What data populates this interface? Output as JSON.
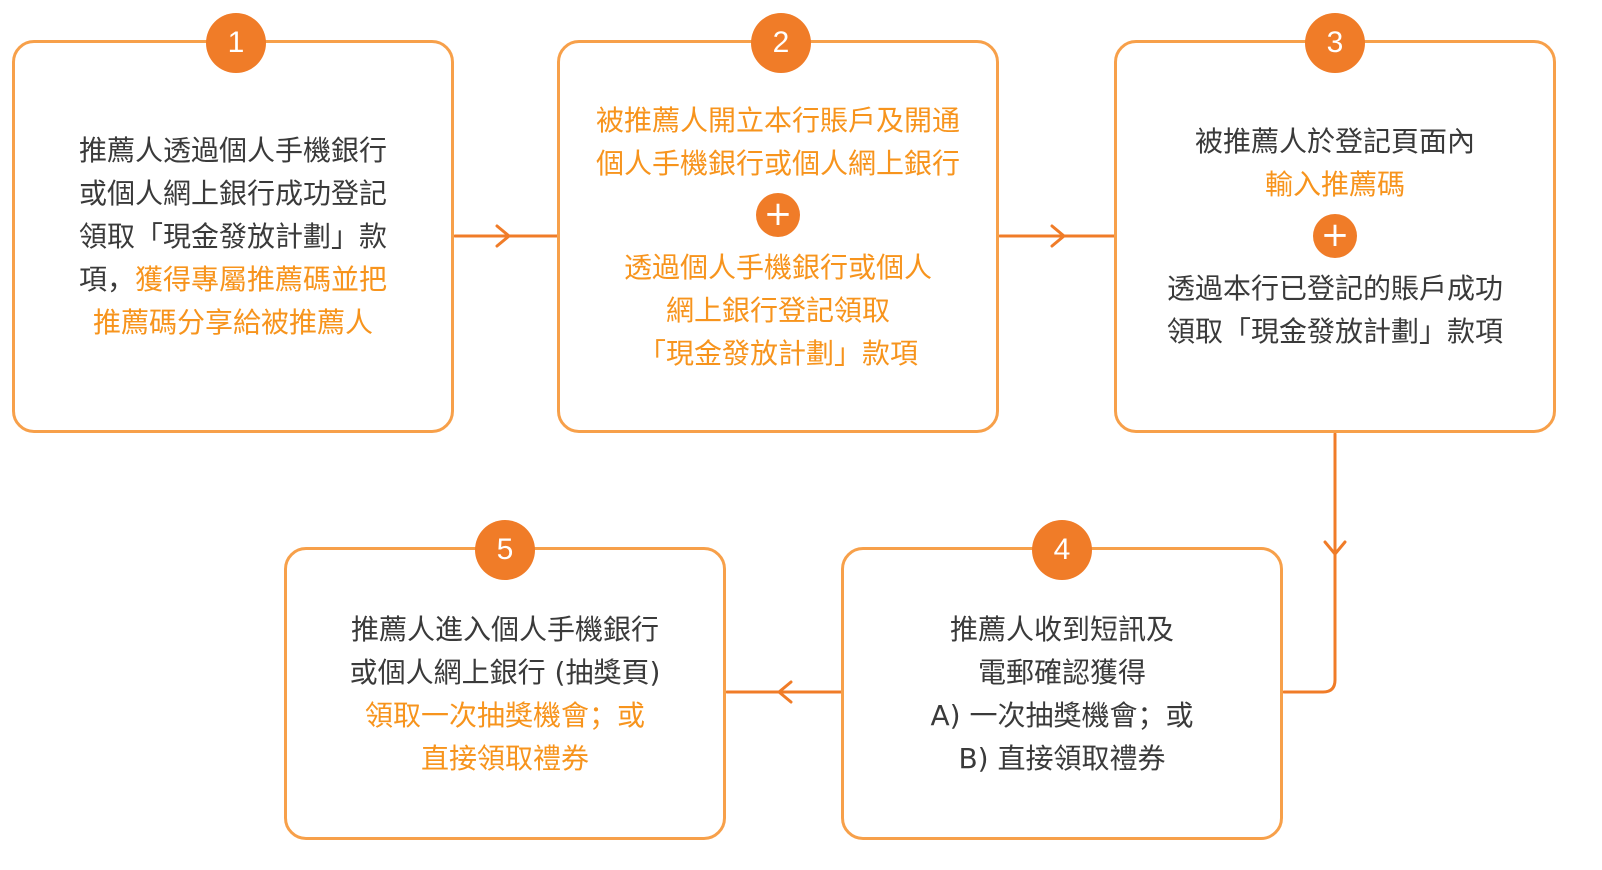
{
  "colors": {
    "accent": "#f07c28",
    "card_border": "#f7a04a",
    "highlight_text": "#f7941d",
    "body_text": "#3a3a3a"
  },
  "steps": [
    {
      "number": "1",
      "lines": [
        {
          "segments": [
            {
              "text": "推薦人透過個人手機銀行",
              "highlight": false
            }
          ]
        },
        {
          "segments": [
            {
              "text": "或個人網上銀行成功登記",
              "highlight": false
            }
          ]
        },
        {
          "segments": [
            {
              "text": "領取「現金發放計劃」款",
              "highlight": false
            }
          ]
        },
        {
          "segments": [
            {
              "text": "項，",
              "highlight": false
            },
            {
              "text": "獲得專屬推薦碼並把",
              "highlight": true
            }
          ]
        },
        {
          "segments": [
            {
              "text": "推薦碼分享給被推薦人",
              "highlight": true
            }
          ]
        }
      ],
      "lines_after_plus": []
    },
    {
      "number": "2",
      "lines": [
        {
          "segments": [
            {
              "text": "被推薦人開立本行賬戶及開通",
              "highlight": true
            }
          ]
        },
        {
          "segments": [
            {
              "text": "個人手機銀行或個人網上銀行",
              "highlight": true
            }
          ]
        }
      ],
      "plus": "+",
      "lines_after_plus": [
        {
          "segments": [
            {
              "text": "透過個人手機銀行或個人",
              "highlight": true
            }
          ]
        },
        {
          "segments": [
            {
              "text": "網上銀行登記領取",
              "highlight": true
            }
          ]
        },
        {
          "segments": [
            {
              "text": "「現金發放計劃」款項",
              "highlight": true
            }
          ]
        }
      ]
    },
    {
      "number": "3",
      "lines": [
        {
          "segments": [
            {
              "text": "被推薦人於登記頁面內",
              "highlight": false
            }
          ]
        },
        {
          "segments": [
            {
              "text": "輸入推薦碼",
              "highlight": true
            }
          ]
        }
      ],
      "plus": "+",
      "lines_after_plus": [
        {
          "segments": [
            {
              "text": "透過本行已登記的賬戶成功",
              "highlight": false
            }
          ]
        },
        {
          "segments": [
            {
              "text": "領取「現金發放計劃」款項",
              "highlight": false
            }
          ]
        }
      ]
    },
    {
      "number": "4",
      "lines": [
        {
          "segments": [
            {
              "text": "推薦人收到短訊及",
              "highlight": false
            }
          ]
        },
        {
          "segments": [
            {
              "text": "電郵確認獲得",
              "highlight": false
            }
          ]
        },
        {
          "segments": [
            {
              "text": "A) 一次抽獎機會；或",
              "highlight": false
            }
          ]
        },
        {
          "segments": [
            {
              "text": "B) 直接領取禮券",
              "highlight": false
            }
          ]
        }
      ],
      "lines_after_plus": []
    },
    {
      "number": "5",
      "lines": [
        {
          "segments": [
            {
              "text": "推薦人進入個人手機銀行",
              "highlight": false
            }
          ]
        },
        {
          "segments": [
            {
              "text": "或個人網上銀行 (抽獎頁)",
              "highlight": false
            }
          ]
        },
        {
          "segments": [
            {
              "text": "領取一次抽獎機會；或",
              "highlight": true
            }
          ]
        },
        {
          "segments": [
            {
              "text": "直接領取禮券",
              "highlight": true
            }
          ]
        }
      ],
      "lines_after_plus": []
    }
  ]
}
